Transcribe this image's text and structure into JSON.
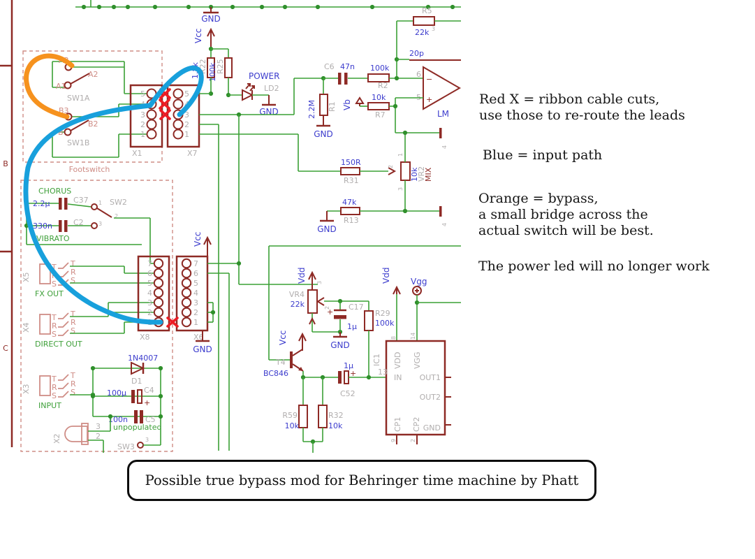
{
  "caption": "Possible true bypass mod for Behringer time machine by Phatt",
  "annotations": {
    "red1": "Red X = ribbon cable cuts,",
    "red2": "use those to re-route the leads",
    "blue": "Blue = input path",
    "orange1": "Orange = bypass,",
    "orange2": "a small bridge across the",
    "orange3": "actual switch will be best.",
    "power": "The power led will no longer work"
  },
  "frame": {
    "row_b": "B",
    "row_c": "C"
  },
  "rails": {
    "vcc": "Vcc",
    "vdd": "Vdd",
    "vgg": "Vgg",
    "vb": "Vb",
    "gnd": "GND"
  },
  "colors": {
    "wire": "#3aa035",
    "component": "#8e2a25",
    "value_text": "#3c3ccd",
    "refdes_text": "#b1aeae",
    "green_text": "#3fa03a",
    "rose": "#cf8d86",
    "red_x": "#ec1c24",
    "blue_path": "#18a0dc",
    "orange_path": "#f6921e"
  },
  "footswitch": {
    "label": "Footswitch",
    "sw1a": "SW1A",
    "sw1b": "SW1B",
    "a1": "A1",
    "a2": "A2",
    "a3": "A3",
    "b1": "B",
    "b2": "B2",
    "b3": "B3"
  },
  "connectors": {
    "x1": "X1",
    "x7": "X7",
    "x8": "X8",
    "x6": "X6",
    "x2": "X2",
    "pins_5": [
      "5",
      "4",
      "3",
      "2",
      "1"
    ],
    "pins_7": [
      "7",
      "6",
      "5",
      "4",
      "3",
      "2",
      "1"
    ],
    "x2_pins": [
      "3",
      "2"
    ],
    "stub_pin": "4"
  },
  "jacks": {
    "x5": "X5",
    "x4": "X4",
    "x3": "X3",
    "fx_out": "FX OUT",
    "direct_out": "DIRECT OUT",
    "input": "INPUT",
    "t": "T",
    "r": "R",
    "s": "S"
  },
  "sw2": {
    "ref": "SW2",
    "chorus": "CHORUS",
    "vibrato": "VIBRATO",
    "p1": "1",
    "p2": "2",
    "p3": "3"
  },
  "sw3": {
    "ref": "SW3",
    "p3": "3"
  },
  "parts": {
    "r22": {
      "ref": "R22",
      "value": "1.8k"
    },
    "r25": {
      "ref": "R25",
      "value": "100k"
    },
    "ld2": {
      "ref": "LD2",
      "label": "POWER"
    },
    "r5": {
      "ref": "R5",
      "value": "22k",
      "class_mark": "3"
    },
    "c20": {
      "value": "20p"
    },
    "c6": {
      "ref": "C6",
      "value": "47n"
    },
    "r2": {
      "ref": "R2",
      "value": "100k"
    },
    "r1": {
      "ref": "R1",
      "value": "2.2M"
    },
    "r7": {
      "ref": "R7",
      "value": "10k"
    },
    "opamp": {
      "label": "LM",
      "pin_inv": "6",
      "pin_noninv": "5",
      "minus": "−",
      "plus": "+"
    },
    "r31": {
      "ref": "R31",
      "value": "150R"
    },
    "vr2": {
      "ref": "VR2",
      "value": "10k",
      "func": "MIX",
      "p1": "1",
      "p2": "2",
      "p3": "3"
    },
    "r13": {
      "ref": "R13",
      "value": "47k"
    },
    "c37": {
      "ref": "C37",
      "value": "2.2µ"
    },
    "c2": {
      "ref": "C2",
      "value": "330n"
    },
    "d1": {
      "ref": "D1",
      "value": "1N4007"
    },
    "c4": {
      "ref": "C4",
      "value": "100µ",
      "plus": "+"
    },
    "c5": {
      "ref": "C5",
      "value": "100n",
      "note": "unpopulated"
    },
    "vr4": {
      "ref": "VR4",
      "value": "22k",
      "p2": "2",
      "p3": "3"
    },
    "c17": {
      "ref": "C17",
      "value": "1µ",
      "plus": "+"
    },
    "r29": {
      "ref": "R29",
      "value": "100k"
    },
    "t4": {
      "ref": "T4",
      "value": "BC846"
    },
    "c52": {
      "ref": "C52",
      "value": "1µ",
      "plus": "+"
    },
    "r59": {
      "ref": "R59",
      "value": "10k"
    },
    "r32": {
      "ref": "R32",
      "value": "10k"
    }
  },
  "ic1": {
    "ref": "IC1",
    "n8": "8",
    "n14": "14",
    "n13": "13",
    "n9": "9",
    "n2": "2",
    "vdd": "VDD",
    "vgg": "VGG",
    "in": "IN",
    "out1": "OUT1",
    "out2": "OUT2",
    "cp1": "CP1",
    "cp2": "CP2",
    "gnd": "GND"
  }
}
